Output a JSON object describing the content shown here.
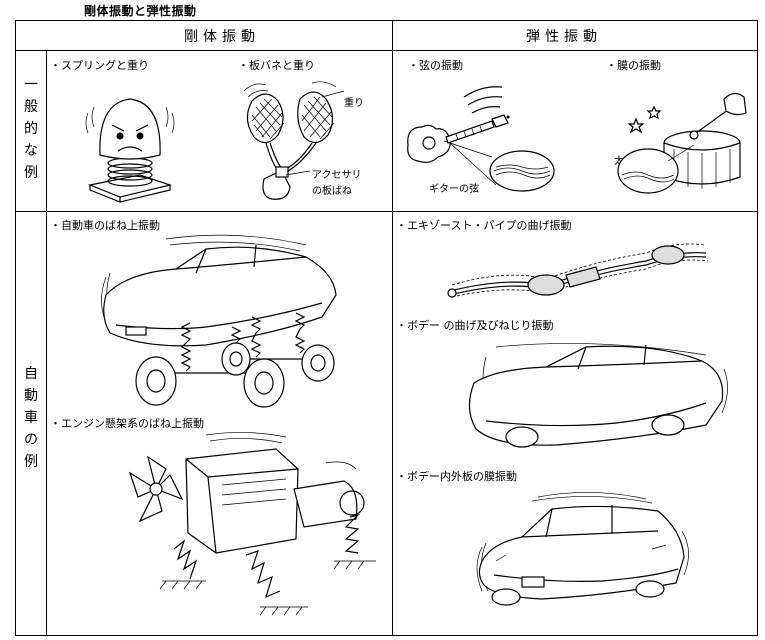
{
  "title": "剛体振動と弾性振動",
  "headers": {
    "rigid": "剛体振動",
    "elastic": "弾性振動"
  },
  "rows": {
    "general": [
      "一",
      "般",
      "的",
      "な",
      "例"
    ],
    "car": [
      "自",
      "動",
      "車",
      "の",
      "例"
    ]
  },
  "general": {
    "spring_mass": "・スプリングと重り",
    "leaf_spring_mass": "・板バネと重り",
    "weight": "重り",
    "accessory_line1": "アクセサリ",
    "accessory_line2": "の板ばね",
    "string_vibration": "・弦の振動",
    "guitar_string": "ギターの弦",
    "membrane_vibration": "・膜の振動",
    "drum_skin": "太鼓の皮"
  },
  "car": {
    "sprung_vibration": "・自動車のばね上振動",
    "engine_mount_vibration": "・エンジン懸架系のばね上振動",
    "exhaust_bending": "・エキゾースト・パイプの曲げ振動",
    "body_bending_torsion": "・ボデー の曲げ及びねじり振動",
    "panel_membrane": "・ボデー内外板の膜振動"
  }
}
